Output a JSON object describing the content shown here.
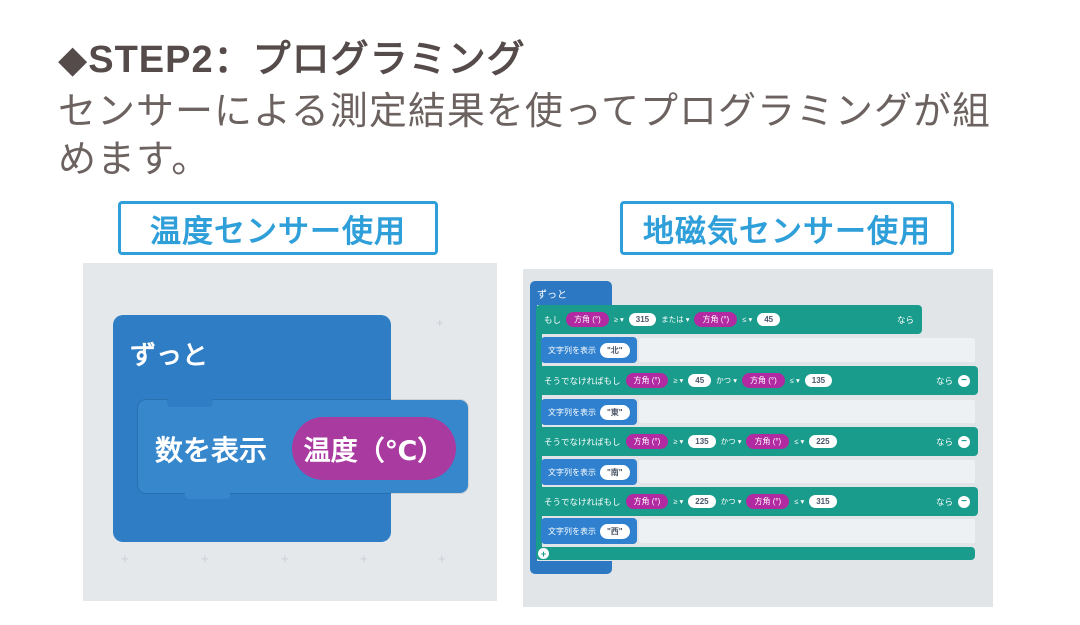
{
  "header": {
    "title": "◆STEP2：プログラミング",
    "body_line1": "センサーによる測定結果を使ってプログラミングが組",
    "body_line2": "めます。"
  },
  "section_labels": {
    "temperature": "温度センサー使用",
    "geomagnetic": "地磁気センサー使用"
  },
  "icons": {
    "dropdown_arrow": "▾",
    "minus": "−",
    "plus": "+",
    "grid_plus": "+"
  },
  "temperature_program": {
    "forever_label": "ずっと",
    "show_number_label": "数を表示",
    "sensor_value_label": "温度（℃）"
  },
  "compass_program": {
    "forever_label": "ずっと",
    "rows": [
      {
        "kind": "if",
        "prefix": "もし",
        "sensor1": "方角 (°)",
        "op1": "≥",
        "value1": "315",
        "connector": "または",
        "sensor2": "方角 (°)",
        "op2": "≤",
        "value2": "45",
        "suffix": "なら"
      },
      {
        "kind": "show-string",
        "label": "文字列を表示",
        "value": "\"北\""
      },
      {
        "kind": "elseif",
        "prefix": "そうでなければもし",
        "sensor1": "方角 (°)",
        "op1": "≥",
        "value1": "45",
        "connector": "かつ",
        "sensor2": "方角 (°)",
        "op2": "≤",
        "value2": "135",
        "suffix": "なら"
      },
      {
        "kind": "show-string",
        "label": "文字列を表示",
        "value": "\"東\""
      },
      {
        "kind": "elseif",
        "prefix": "そうでなければもし",
        "sensor1": "方角 (°)",
        "op1": "≥",
        "value1": "135",
        "connector": "かつ",
        "sensor2": "方角 (°)",
        "op2": "≤",
        "value2": "225",
        "suffix": "なら"
      },
      {
        "kind": "show-string",
        "label": "文字列を表示",
        "value": "\"南\""
      },
      {
        "kind": "elseif",
        "prefix": "そうでなければもし",
        "sensor1": "方角 (°)",
        "op1": "≥",
        "value1": "225",
        "connector": "かつ",
        "sensor2": "方角 (°)",
        "op2": "≤",
        "value2": "315",
        "suffix": "なら"
      },
      {
        "kind": "show-string",
        "label": "文字列を表示",
        "value": "\"西\""
      }
    ]
  },
  "colors": {
    "accent_blue": "#2f9fd9",
    "block_blue": "#2e7dc5",
    "block_teal": "#1a9c8c",
    "block_magenta": "#aa34a0",
    "heading_text": "#554b4a",
    "body_text": "#6c6361"
  }
}
